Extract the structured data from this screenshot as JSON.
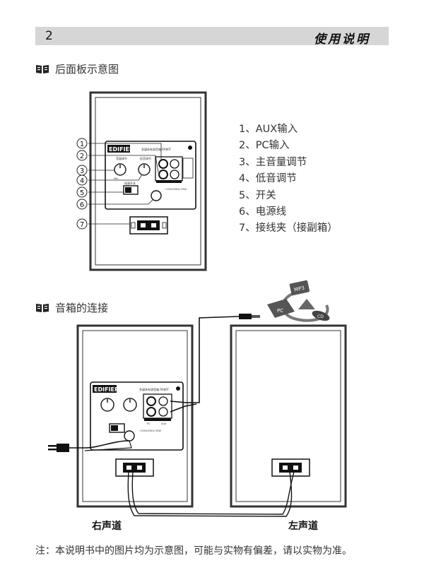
{
  "header": {
    "page_number": "2",
    "title": "使用说明"
  },
  "section1": {
    "title": "后面板示意图"
  },
  "section2": {
    "title": "音箱的连接"
  },
  "callouts": [
    "1",
    "2",
    "3",
    "4",
    "5",
    "6",
    "7"
  ],
  "legend": [
    "1、AUX输入",
    "2、PC输入",
    "3、主音量调节",
    "4、低音调节",
    "5、开关",
    "6、电源线",
    "7、接线夹（接副箱）"
  ],
  "brand": "EDIFIER",
  "panel_text": {
    "model": "多媒体有源音箱 R980T",
    "volume": "音量调节",
    "bass": "低音调节",
    "power": "电源开关",
    "spec": "~230V/50Hz 25W",
    "pc": "PC",
    "aux": "AUX",
    "min": "Min"
  },
  "source_labels": [
    "MP3",
    "PC",
    "CD"
  ],
  "captions": {
    "right": "右声道",
    "left": "左声道"
  },
  "note": "注：本说明书中的图片均为示意图，可能与实物有偏差，请以实物为准。"
}
